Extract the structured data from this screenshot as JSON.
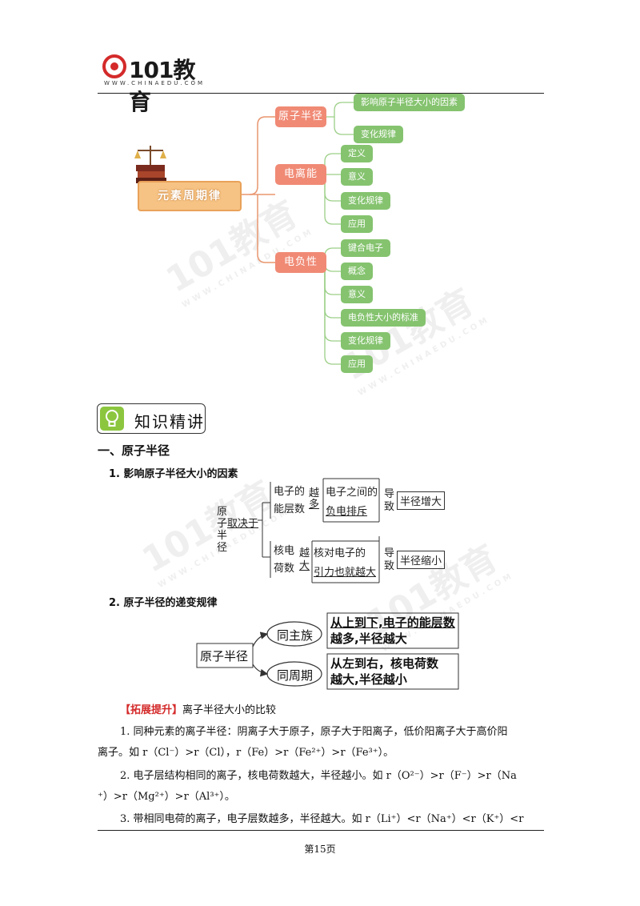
{
  "header": {
    "logo_text": "101教育",
    "logo_url": "WWW.CHINAEDU.COM"
  },
  "mindmap": {
    "root": "元素周期律",
    "branches": [
      {
        "label": "原子半径",
        "children": [
          "影响原子半径大小的因素",
          "变化规律"
        ]
      },
      {
        "label": "电离能",
        "children": [
          "定义",
          "意义",
          "变化规律",
          "应用"
        ]
      },
      {
        "label": "电负性",
        "children": [
          "键合电子",
          "概念",
          "意义",
          "电负性大小的标准",
          "变化规律",
          "应用"
        ]
      }
    ]
  },
  "section_badge": "知识精讲",
  "heading1": "一、原子半径",
  "sub1": "1. 影响原子半径大小的因素",
  "diagram1": {
    "root": [
      "原",
      "子",
      "取决于",
      "半",
      "径"
    ],
    "row1": {
      "a": [
        "电子的",
        "能层数"
      ],
      "op": [
        "越",
        "多"
      ],
      "b": [
        "电子之间的",
        "负电排斥"
      ],
      "verb": [
        "导",
        "致"
      ],
      "result": "半径增大"
    },
    "row2": {
      "a": [
        "核电",
        "荷数"
      ],
      "op": [
        "越",
        "大"
      ],
      "b": [
        "核对电子的",
        "引力也就越大"
      ],
      "verb": [
        "导",
        "致"
      ],
      "result": "半径缩小"
    }
  },
  "sub2": "2. 原子半径的递变规律",
  "diagram2": {
    "root": "原子半径",
    "top_label": "同主族",
    "top_text": [
      "从上到下,电子的能层数",
      "越多,半径越大"
    ],
    "bottom_label": "同周期",
    "bottom_text": [
      "从左到右，核电荷数",
      "越大,半径越小"
    ]
  },
  "extension": {
    "tag": "【拓展提升】",
    "title": "离子半径大小的比较",
    "p1a": "1. 同种元素的离子半径：阴离子大于原子，原子大于阳离子，低价阳离子大于高价阳",
    "p1b": "离子。如 r（Cl⁻）>r（Cl），r（Fe）>r（Fe²⁺）>r（Fe³⁺）。",
    "p2a": "2. 电子层结构相同的离子，核电荷数越大，半径越小。如 r（O²⁻）>r（F⁻）>r（Na",
    "p2b": "⁺）>r（Mg²⁺）>r（Al³⁺）。",
    "p3a": "3. 带相同电荷的离子，电子层数越多，半径越大。如 r（Li⁺）<r（Na⁺）<r（K⁺）<r"
  },
  "footer": "第15页",
  "colors": {
    "accent_red": "#d42a2a",
    "node_orange": "#f08a75",
    "node_green": "#85c36f",
    "root_orange": "#f6c384",
    "icon_green": "#8cc63f"
  }
}
